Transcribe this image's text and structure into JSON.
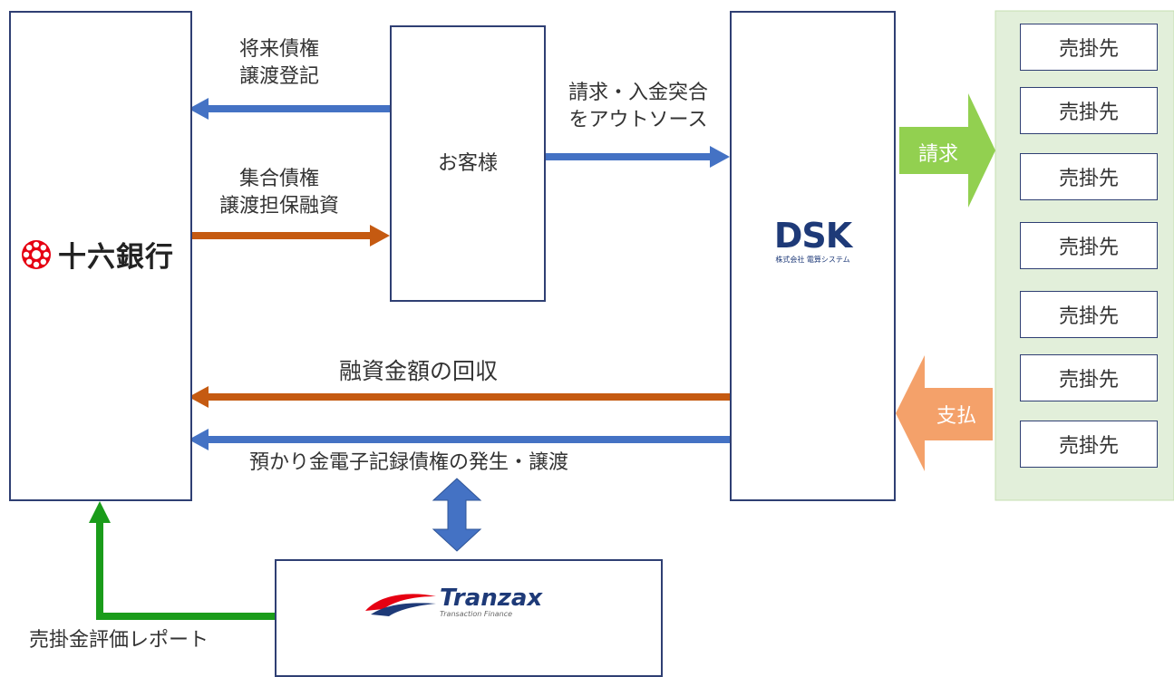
{
  "bank": {
    "logo_name": "十六銀行",
    "logo_text": "十六銀行"
  },
  "customer": {
    "label": "お客様"
  },
  "dsk": {
    "logo_text": "DSK",
    "logo_subtext": "株式会社 電算システム"
  },
  "tranzax": {
    "logo_text": "Tranzax",
    "logo_subtext": "Transaction Finance"
  },
  "arrows": {
    "future_claim": {
      "line1": "将来債権",
      "line2": "譲渡登記"
    },
    "collective_claim": {
      "line1": "集合債権",
      "line2": "譲渡担保融資"
    },
    "outsource": {
      "line1": "請求・入金突合",
      "line2": "をアウトソース"
    },
    "recovery": "融資金額の回収",
    "ecr": "預かり金電子記録債権の発生・譲渡",
    "report": "売掛金評価レポート",
    "billing": "請求",
    "payment": "支払"
  },
  "customers": {
    "items": [
      "売掛先",
      "売掛先",
      "売掛先",
      "売掛先",
      "売掛先",
      "売掛先",
      "売掛先"
    ]
  },
  "colors": {
    "blue": "#4472c4",
    "orange": "#c55a11",
    "green": "#1a9c1a",
    "lime": "#92d050",
    "salmon": "#f4a16a",
    "panel": "#e2efda",
    "border": "#2f3f73",
    "logo_red": "#e60012",
    "dsk_navy": "#1e3a78"
  }
}
